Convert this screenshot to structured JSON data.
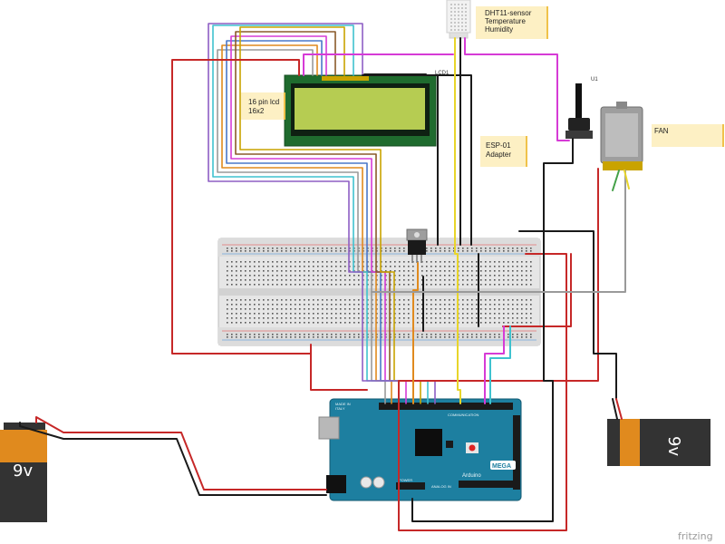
{
  "notes": {
    "lcd": [
      "16 pin lcd",
      "16x2"
    ],
    "dht": [
      "DHT11-sensor",
      "Temperature",
      "Humidity"
    ],
    "esp": [
      "ESP-01",
      "Adapter"
    ],
    "fan": "FAN"
  },
  "labels": {
    "lcd_part": "LCD1",
    "pot_part": "U1",
    "battery_left": "9v",
    "battery_right": "9v",
    "mega": "MEGA",
    "arduino": "Arduino",
    "made_in": "MADE IN",
    "italy": "ITALY",
    "communication": "COMMUNICATION",
    "power": "POWER",
    "analog_in": "ANALOG IN",
    "watermark": "fritzing"
  },
  "colors": {
    "wire_red": "#c62828",
    "wire_black": "#1a1a1a",
    "wire_magenta": "#d63bd6",
    "wire_yellow": "#e8d52a",
    "wire_orange": "#e08a1e",
    "wire_cyan": "#3fc2cf",
    "wire_blue": "#4a78c8",
    "wire_gray": "#9a9a9a",
    "board_blue": "#1d7fa0",
    "lcd_green": "#b6cc52",
    "note_bg": "#fdf0c4",
    "note_edge": "#f0c24a"
  }
}
